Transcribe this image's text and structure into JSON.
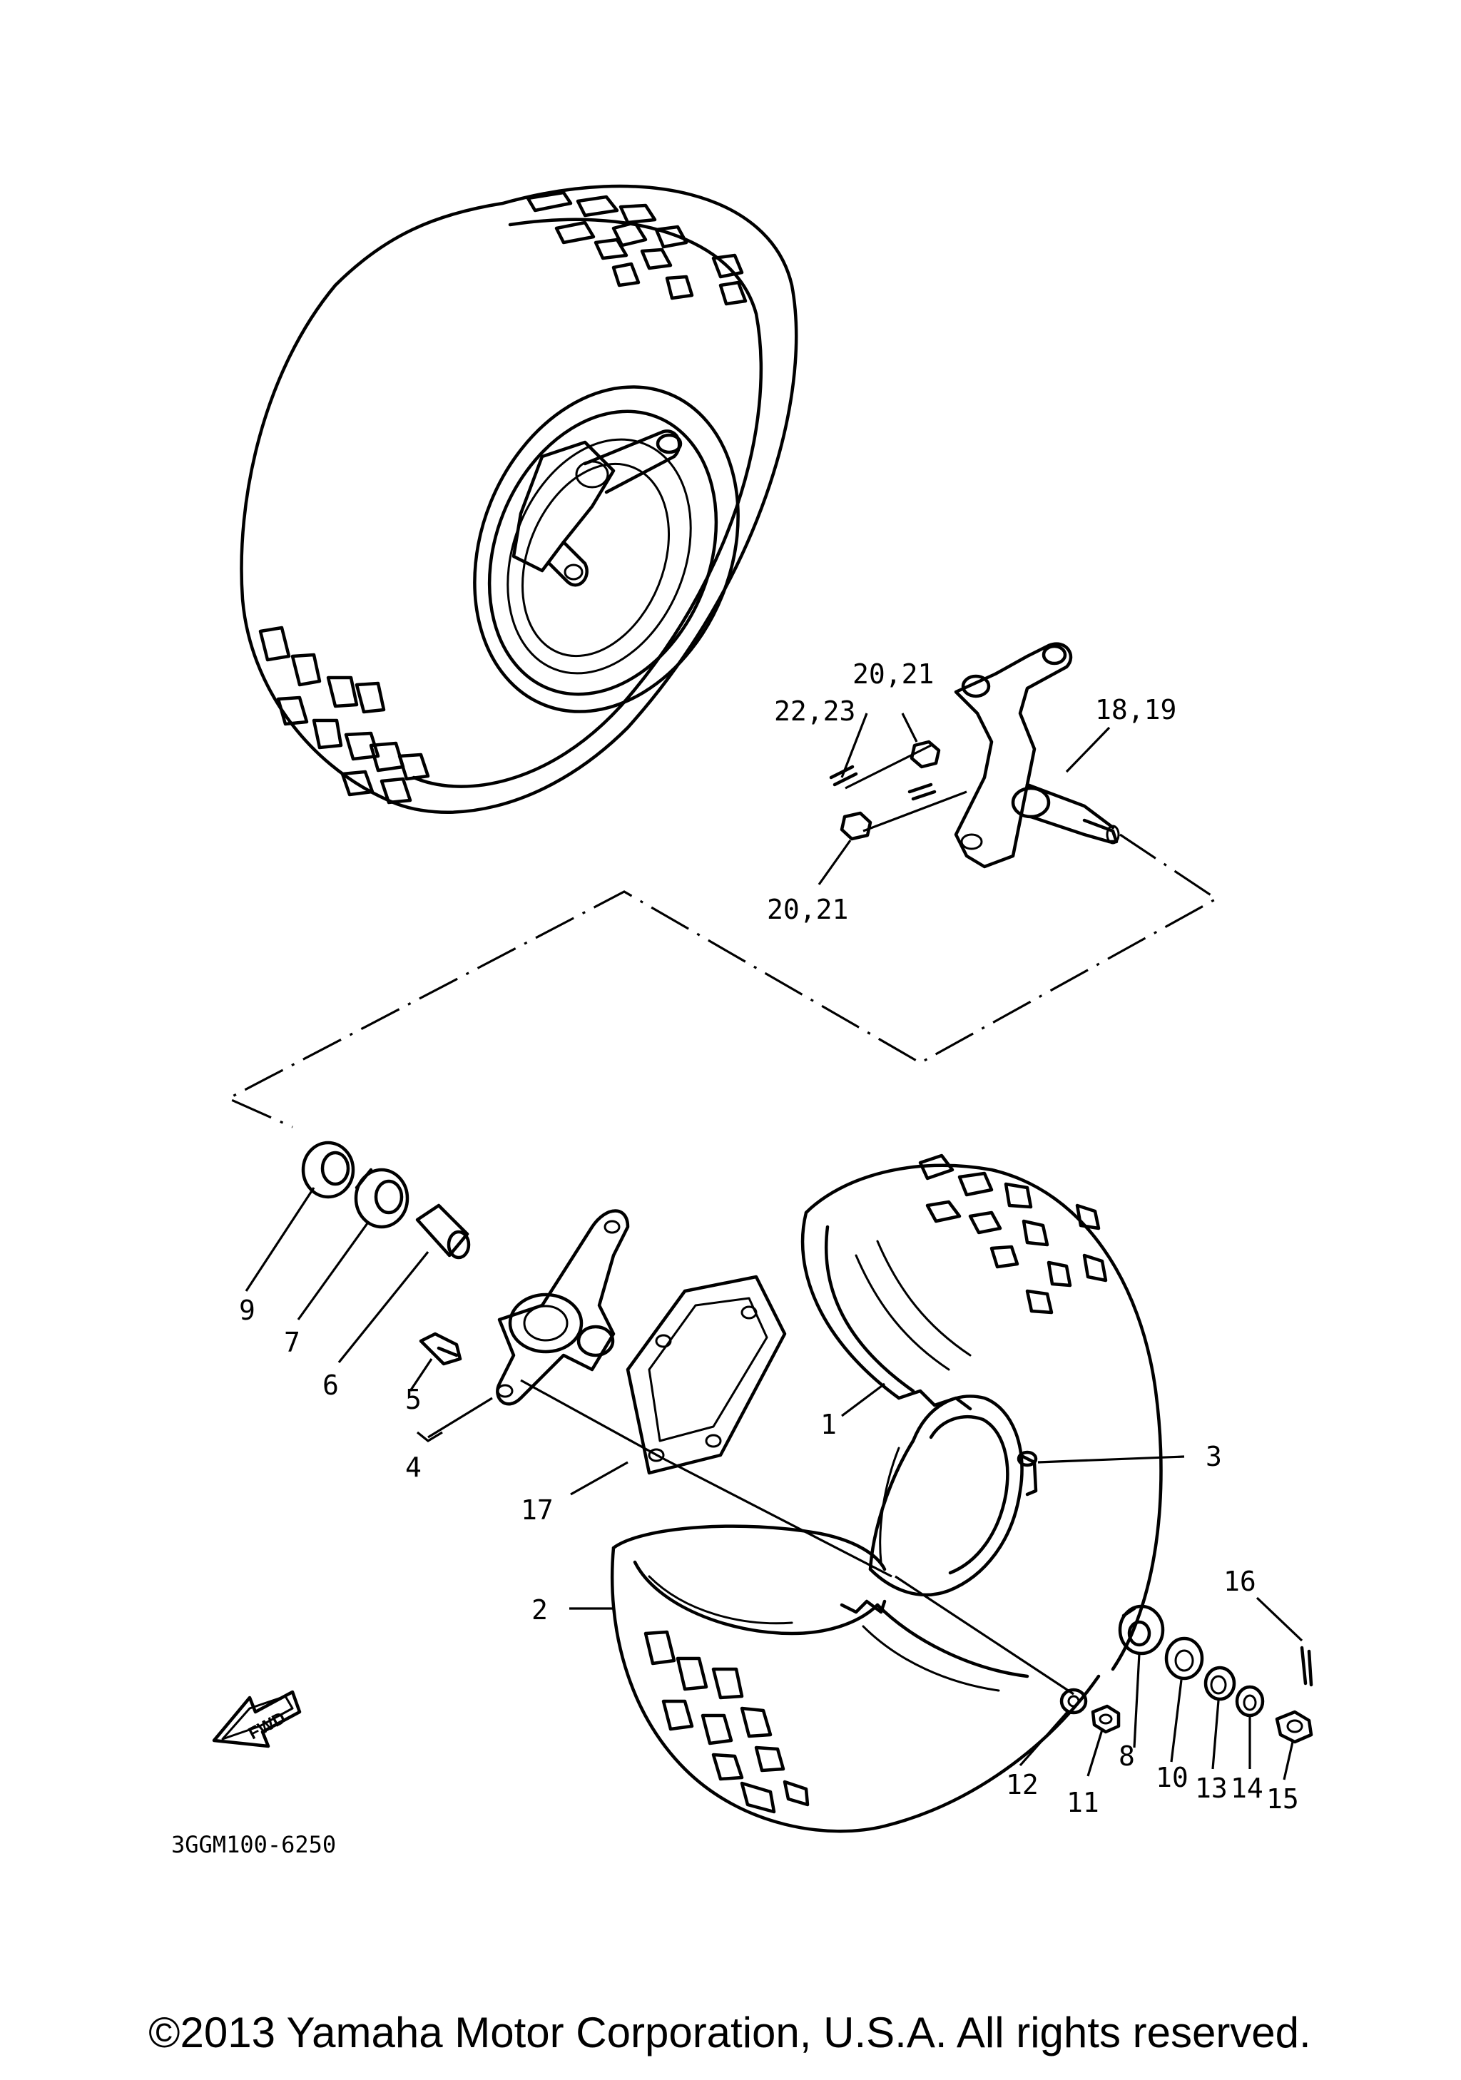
{
  "callouts": {
    "c1": "1",
    "c2": "2",
    "c3": "3",
    "c4": "4",
    "c5": "5",
    "c6": "6",
    "c7": "7",
    "c8": "8",
    "c9": "9",
    "c10": "10",
    "c11": "11",
    "c12": "12",
    "c13": "13",
    "c14": "14",
    "c15": "15",
    "c16": "16",
    "c17": "17",
    "c18_19": "18,19",
    "c20_21_top": "20,21",
    "c20_21_bottom": "20,21",
    "c22_23": "22,23"
  },
  "fwd_label": "FWD",
  "diagram_code": "3GGM100-6250",
  "copyright": "©2013 Yamaha Motor Corporation, U.S.A. All rights reserved."
}
